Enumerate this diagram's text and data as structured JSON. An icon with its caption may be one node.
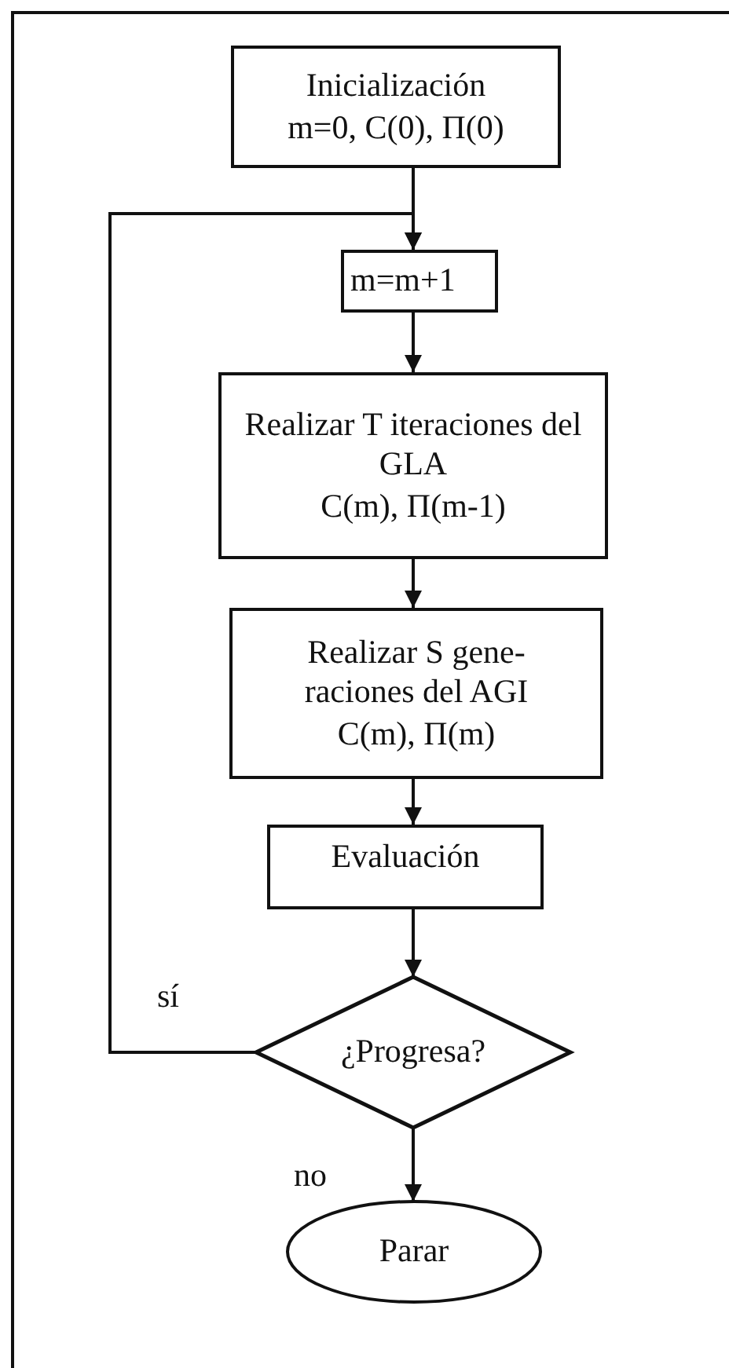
{
  "diagram": {
    "nodes": [
      {
        "text": [
          "Inicialización",
          "m=0, C(0), Π(0)"
        ]
      },
      {
        "text": [
          "m=m+1"
        ]
      },
      {
        "text": [
          "Realizar T iteraciones del GLA",
          "C(m), Π(m-1)"
        ]
      },
      {
        "text": [
          "Realizar S gene- raciones del AGI",
          "C(m), Π(m)"
        ]
      },
      {
        "text": [
          "Evaluación"
        ]
      },
      {
        "text": [
          "¿Progresa?"
        ]
      },
      {
        "text": [
          "Parar"
        ]
      }
    ],
    "edges": [
      {
        "from": 0,
        "to": 1,
        "arrow": "to"
      },
      {
        "from": 1,
        "to": 2,
        "arrow": "to"
      },
      {
        "from": 2,
        "to": 3,
        "arrow": "to"
      },
      {
        "from": 3,
        "to": 4,
        "arrow": "to"
      },
      {
        "from": 4,
        "to": 5,
        "arrow": "to"
      },
      {
        "from": 5,
        "to": 1,
        "label": "sí",
        "arrow": "to"
      },
      {
        "from": 5,
        "to": 6,
        "label": "no",
        "arrow": "to"
      }
    ]
  }
}
